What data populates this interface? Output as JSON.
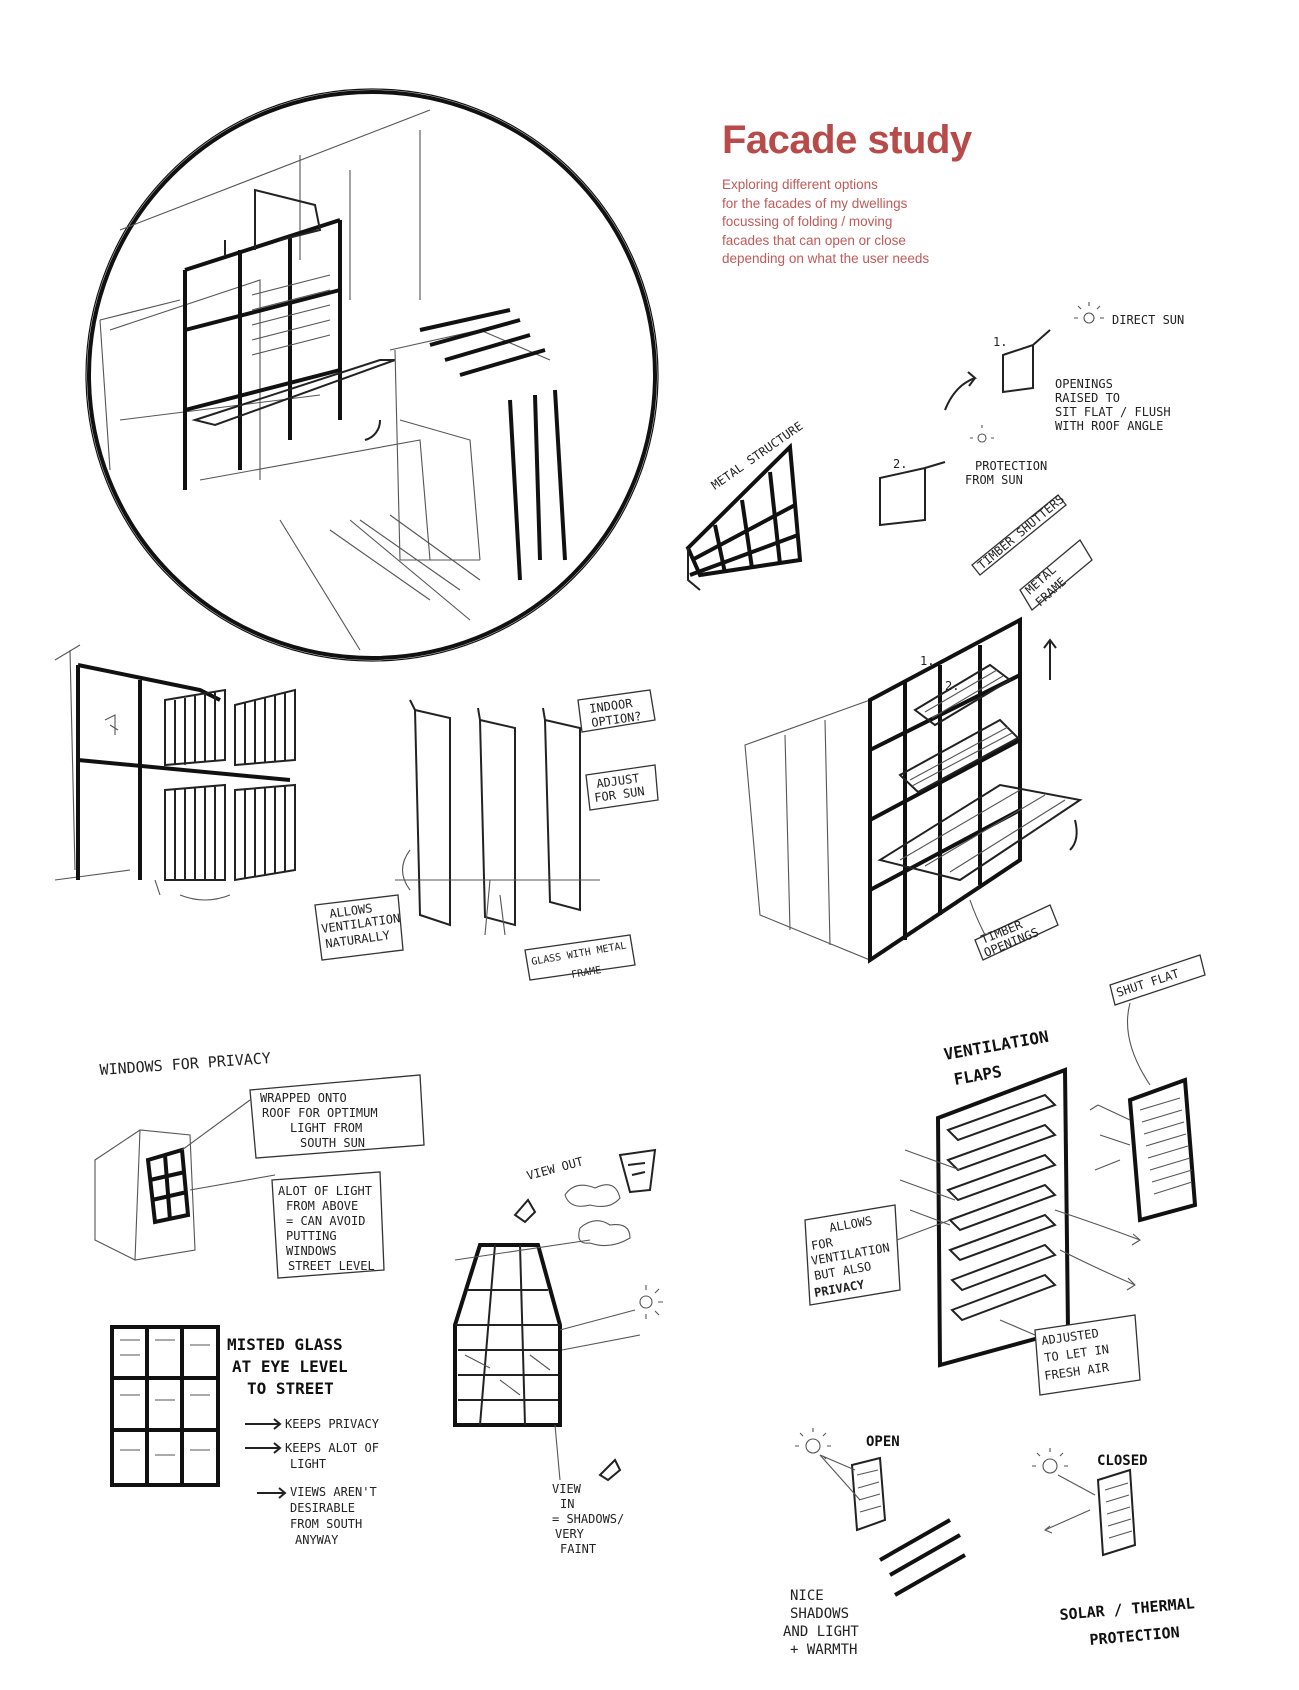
{
  "header": {
    "title": "Facade study",
    "intro_lines": [
      "Exploring different options",
      "for the facades of my dwellings",
      "focussing of folding / moving",
      "facades that can open or close",
      "depending on what the user needs"
    ]
  },
  "sun_study": {
    "direct_sun": "DIRECT SUN",
    "step1": "1.",
    "step2": "2.",
    "openings_raised": [
      "OPENINGS",
      "RAISED TO",
      "SIT FLAT / FLUSH",
      "WITH ROOF ANGLE"
    ],
    "protection": [
      "PROTECTION",
      "FROM SUN"
    ]
  },
  "frame_sketch": {
    "label": "METAL STRUCTURE"
  },
  "shutter_sketch": {
    "timber_shutters": "TIMBER SHUTTERS",
    "metal_frame": [
      "METAL",
      "FRAME"
    ],
    "timber_openings": [
      "TIMBER",
      "OPENINGS"
    ],
    "n1": "1.",
    "n2": "2."
  },
  "panel_sketch": {
    "indoor_option": [
      "INDOOR",
      "OPTION?"
    ],
    "adjust_for_sun": [
      "ADJUST",
      "FOR SUN"
    ],
    "allows_ventilation": [
      "ALLOWS",
      "VENTILATION",
      "NATURALLY"
    ],
    "glass_frame": [
      "GLASS WITH METAL",
      "FRAME"
    ]
  },
  "windows": {
    "heading": "WINDOWS FOR PRIVACY",
    "wrapped": [
      "WRAPPED ONTO",
      "ROOF FOR OPTIMUM",
      "LIGHT FROM",
      "SOUTH SUN"
    ],
    "light_above": [
      "ALOT OF LIGHT",
      "FROM ABOVE",
      "= CAN AVOID",
      "PUTTING",
      "WINDOWS",
      "STREET LEVEL"
    ],
    "misted": [
      "MISTED GLASS",
      "AT EYE LEVEL",
      "TO STREET"
    ],
    "bullets": [
      "KEEPS PRIVACY",
      "KEEPS ALOT OF",
      "LIGHT",
      "VIEWS AREN'T",
      "DESIRABLE",
      "FROM SOUTH",
      "ANYWAY"
    ],
    "view_out": "VIEW OUT",
    "view_in": [
      "VIEW",
      "IN",
      "= SHADOWS/",
      "VERY",
      "FAINT"
    ]
  },
  "ventilation": {
    "heading": [
      "VENTILATION",
      "FLAPS"
    ],
    "shut_flat": "SHUT FLAT",
    "allows": [
      "ALLOWS",
      "FOR",
      "VENTILATION",
      "BUT ALSO",
      "PRIVACY"
    ],
    "adjusted": [
      "ADJUSTED",
      "TO LET IN",
      "FRESH AIR"
    ],
    "open": "OPEN",
    "closed": "CLOSED",
    "nice": [
      "NICE",
      "SHADOWS",
      "AND LIGHT",
      "+ WARMTH"
    ],
    "solar": [
      "SOLAR / THERMAL",
      "PROTECTION"
    ]
  }
}
